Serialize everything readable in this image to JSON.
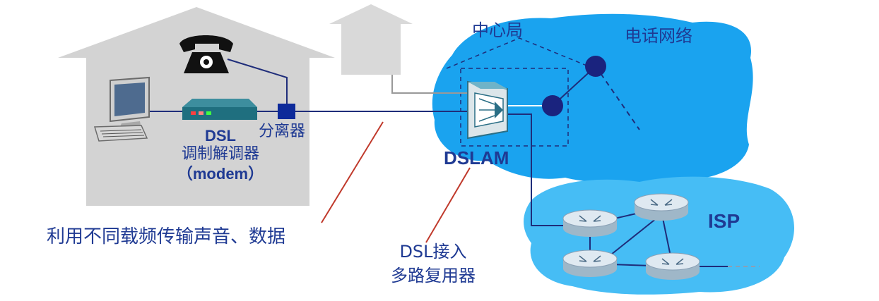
{
  "labels": {
    "central_office": "中心局",
    "telephone_network": "电话网络",
    "dsl": "DSL",
    "modem_line1": "调制解调器",
    "modem_line2": "（modem）",
    "splitter": "分离器",
    "dslam": "DSLAM",
    "isp": "ISP",
    "freq_note": "利用不同载频传输声音、数据",
    "dslam_line1": "DSL接入",
    "dslam_line2": "多路复用器"
  },
  "colors": {
    "label_text": "#1f3a93",
    "house": "#d0d0d0",
    "cloud_blue": "#1aa3ef",
    "isp_cloud": "#46bdf5",
    "line_dark": "#1f2d7a",
    "node_dark": "#1a237e",
    "pointer_red": "#c0392b",
    "modem_teal": "#1f6f7f"
  },
  "icons": [
    "telephone-icon",
    "computer-icon",
    "router-icon",
    "dslam-icon"
  ]
}
